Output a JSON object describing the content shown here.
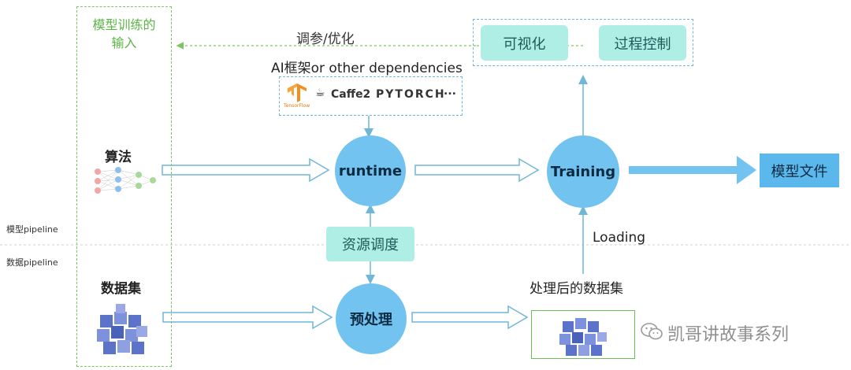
{
  "inputs_label": [
    "模型训练的",
    "输入"
  ],
  "tune_label": "调参/优化",
  "framework_label": "AI框架or other dependencies",
  "framework_logos": {
    "tensorflow": "TensorFlow",
    "caffe": "Caffe2",
    "pytorch": "PYTORCH",
    "more": "..."
  },
  "top_right_tools": {
    "visual": "可视化",
    "control": "过程控制"
  },
  "algo_label": "算法",
  "nodes": {
    "runtime": "runtime",
    "training": "Training",
    "preprocess": "预处理"
  },
  "model_file": "模型文件",
  "resource_label": "资源调度",
  "loading_label": "Loading",
  "processed_label": "处理后的数据集",
  "dataset_label": "数据集",
  "lane_model": "模型pipeline",
  "lane_data": "数据pipeline",
  "watermark": "凯哥讲故事系列",
  "colors": {
    "node": "#72c3f0",
    "mint": "#aeeee4",
    "green": "#7cc464",
    "arrow": "#6fb6d9"
  }
}
